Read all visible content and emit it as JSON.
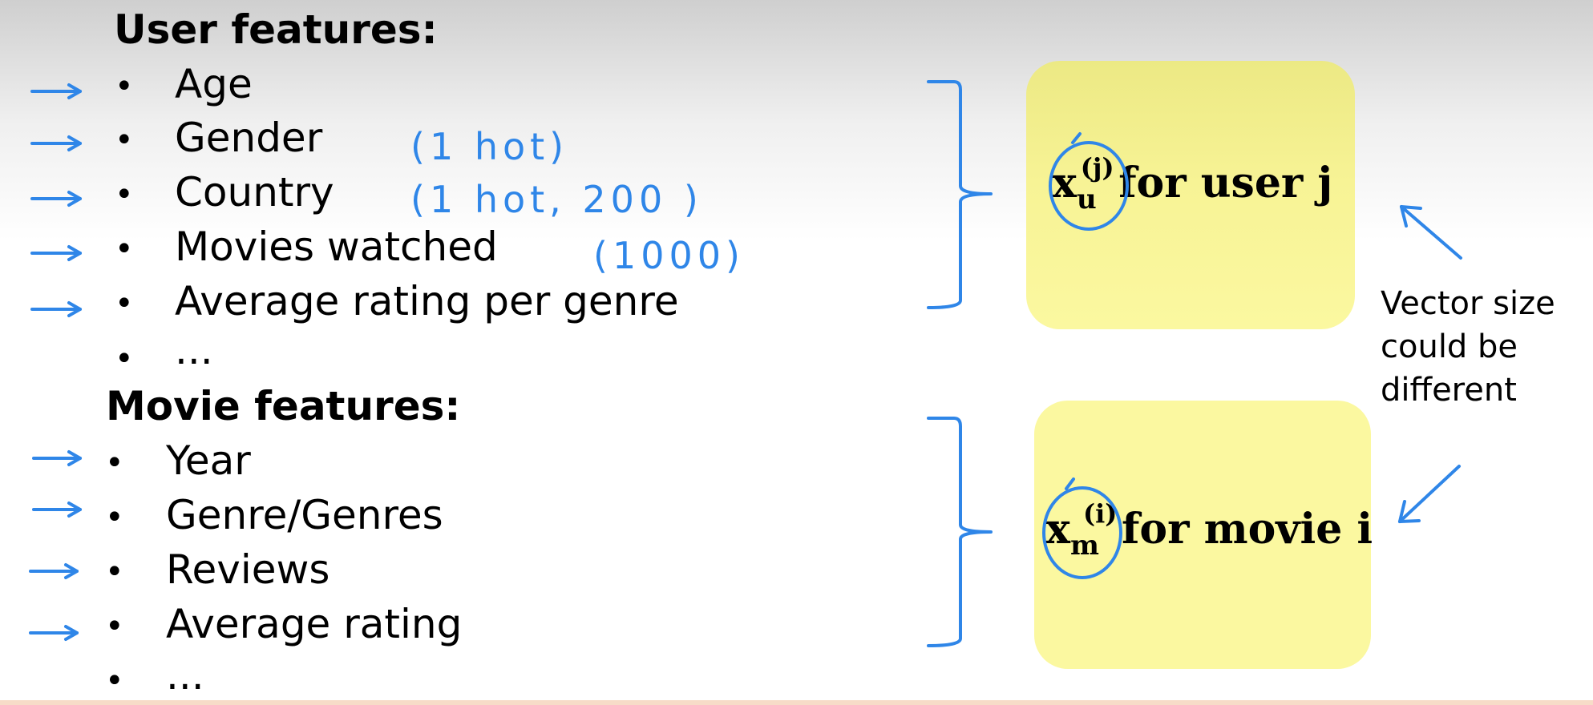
{
  "user_section": {
    "heading": "User features:",
    "items": [
      "Age",
      "Gender",
      "Country",
      "Movies watched",
      "Average rating per genre",
      "..."
    ],
    "notes": {
      "gender": "(1 hot)",
      "country": "(1 hot, 200 )",
      "movies_watched": "(1000)"
    }
  },
  "movie_section": {
    "heading": "Movie features:",
    "items": [
      "Year",
      "Genre/Genres",
      "Reviews",
      "Average rating",
      "..."
    ]
  },
  "user_vector": {
    "symbol": "x",
    "subscript": "u",
    "superscript": "(j)",
    "label": "for user j"
  },
  "movie_vector": {
    "symbol": "x",
    "subscript": "m",
    "superscript": "(i)",
    "label": "for movie i"
  },
  "side_note": {
    "lines": [
      "Vector size",
      "could be",
      "different"
    ]
  },
  "colors": {
    "ink_blue": "#2f86e8",
    "box_yellow": "#fbf8a0"
  },
  "icons": {
    "arrow": "right-arrow-icon",
    "bracket": "right-brace-icon",
    "pointer": "diagonal-arrow-icon"
  }
}
